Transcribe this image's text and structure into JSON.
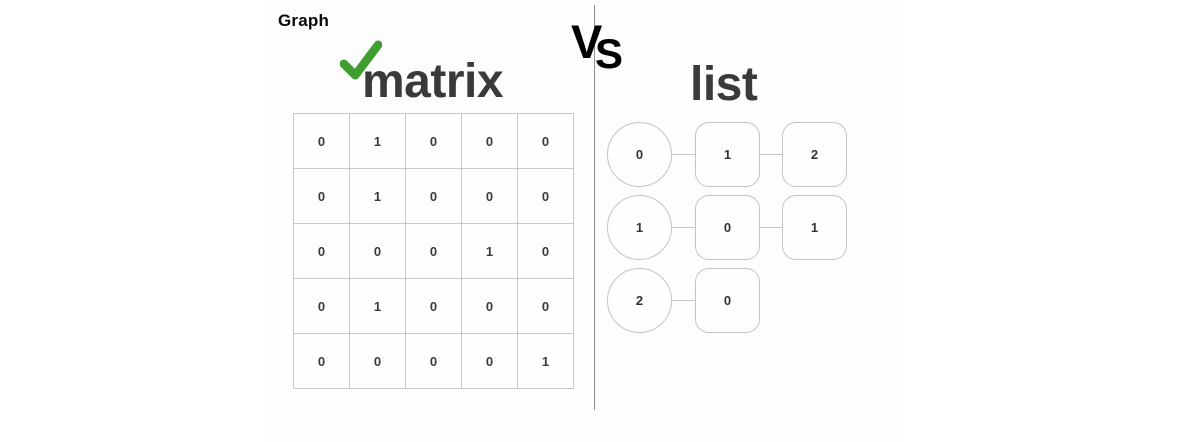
{
  "header": {
    "title": "Graph",
    "vs": {
      "v": "V",
      "s": "S"
    }
  },
  "left_panel": {
    "title": "matrix",
    "checkmark_icon": "check-mark"
  },
  "right_panel": {
    "title": "list"
  },
  "matrix": {
    "rows": [
      [
        "0",
        "1",
        "0",
        "0",
        "0"
      ],
      [
        "0",
        "1",
        "0",
        "0",
        "0"
      ],
      [
        "0",
        "0",
        "0",
        "1",
        "0"
      ],
      [
        "0",
        "1",
        "0",
        "0",
        "0"
      ],
      [
        "0",
        "0",
        "0",
        "0",
        "1"
      ]
    ]
  },
  "adjacency_list": {
    "rows": [
      {
        "node": "0",
        "neighbors": [
          "1",
          "2"
        ]
      },
      {
        "node": "1",
        "neighbors": [
          "0",
          "1"
        ]
      },
      {
        "node": "2",
        "neighbors": [
          "0"
        ]
      }
    ]
  },
  "colors": {
    "check_green": "#3f9e2f",
    "divider_gray": "#8f8f8f",
    "grid_border": "#c9c9c9",
    "shape_border": "#c4c4c4",
    "title_gray": "#3a3a3a",
    "text_black": "#0b0b0b"
  }
}
